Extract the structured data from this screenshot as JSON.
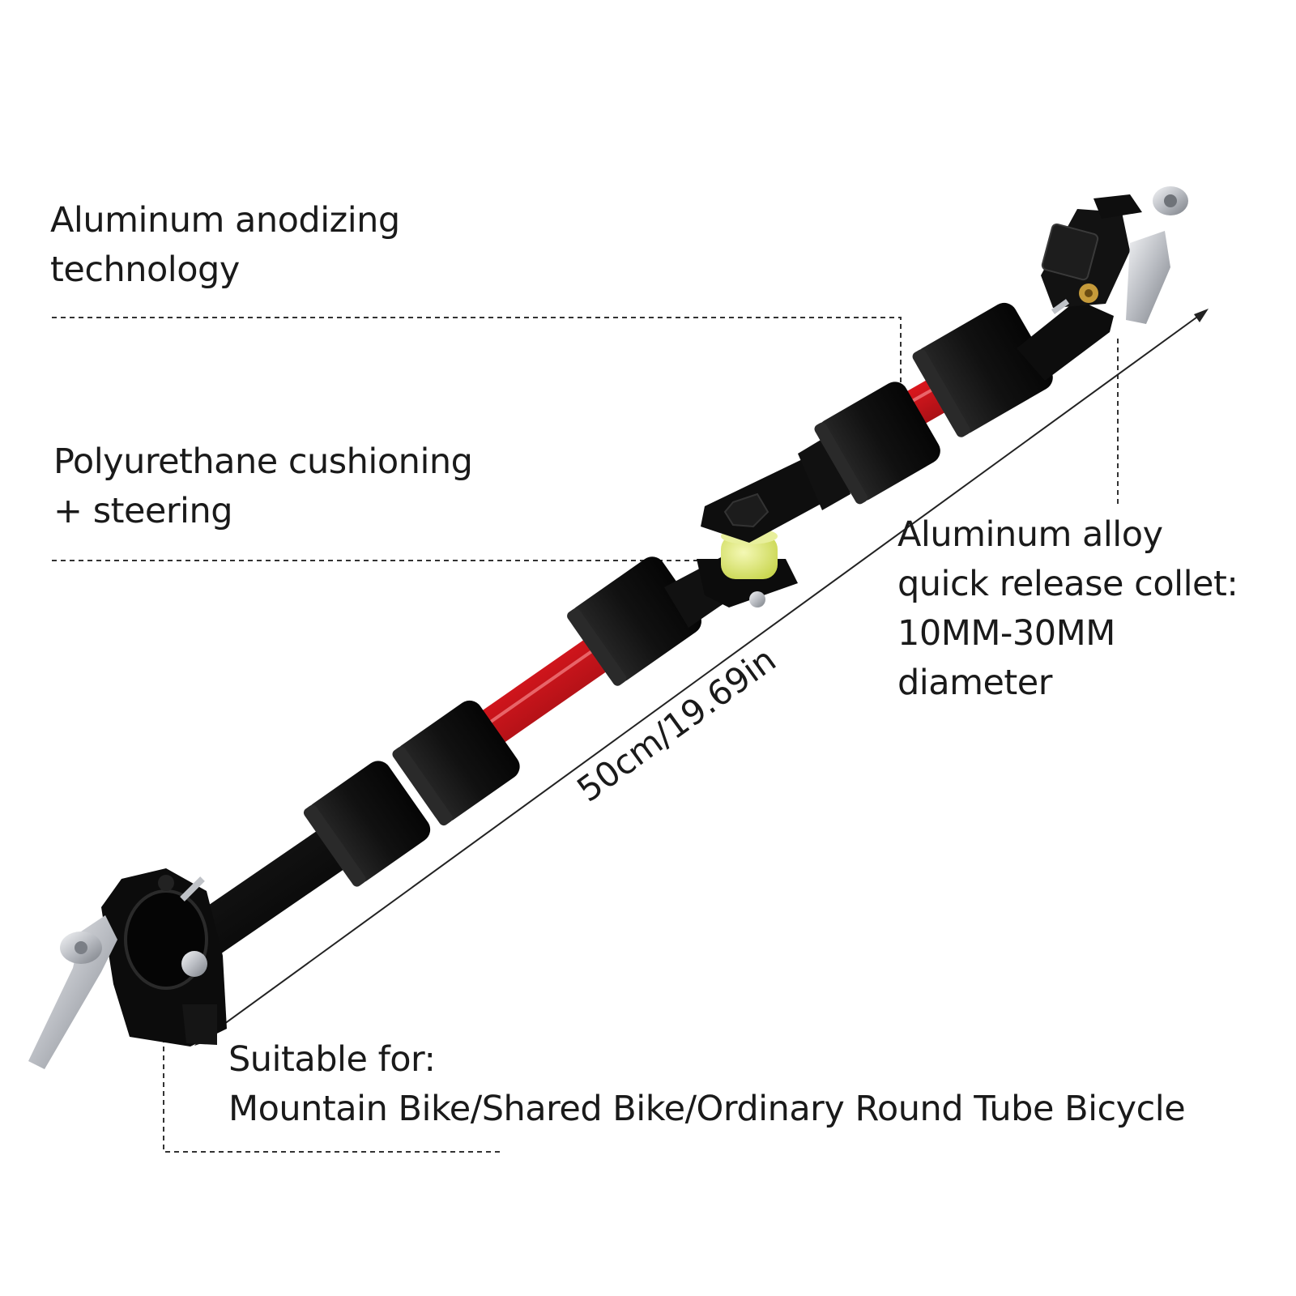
{
  "callouts": {
    "anodizing": {
      "line1": "Aluminum anodizing",
      "line2": "technology"
    },
    "cushioning": {
      "line1": "Polyurethane cushioning",
      "line2": "+ steering"
    },
    "collet": {
      "line1": "Aluminum alloy",
      "line2": "quick release collet:",
      "line3": "10MM-30MM",
      "line4": "diameter"
    },
    "suitable": {
      "line1": "Suitable for:",
      "line2": "Mountain Bike/Shared Bike/Ordinary Round Tube Bicycle"
    }
  },
  "dimension": {
    "label": "50cm/19.69in"
  },
  "colors": {
    "tube_red": "#c8151b",
    "tube_black": "#0d0d0d",
    "part_black": "#111111",
    "cushion_yellow": "#dfe97a",
    "metal_silver": "#c9cbcf",
    "text": "#1a1a1a"
  }
}
